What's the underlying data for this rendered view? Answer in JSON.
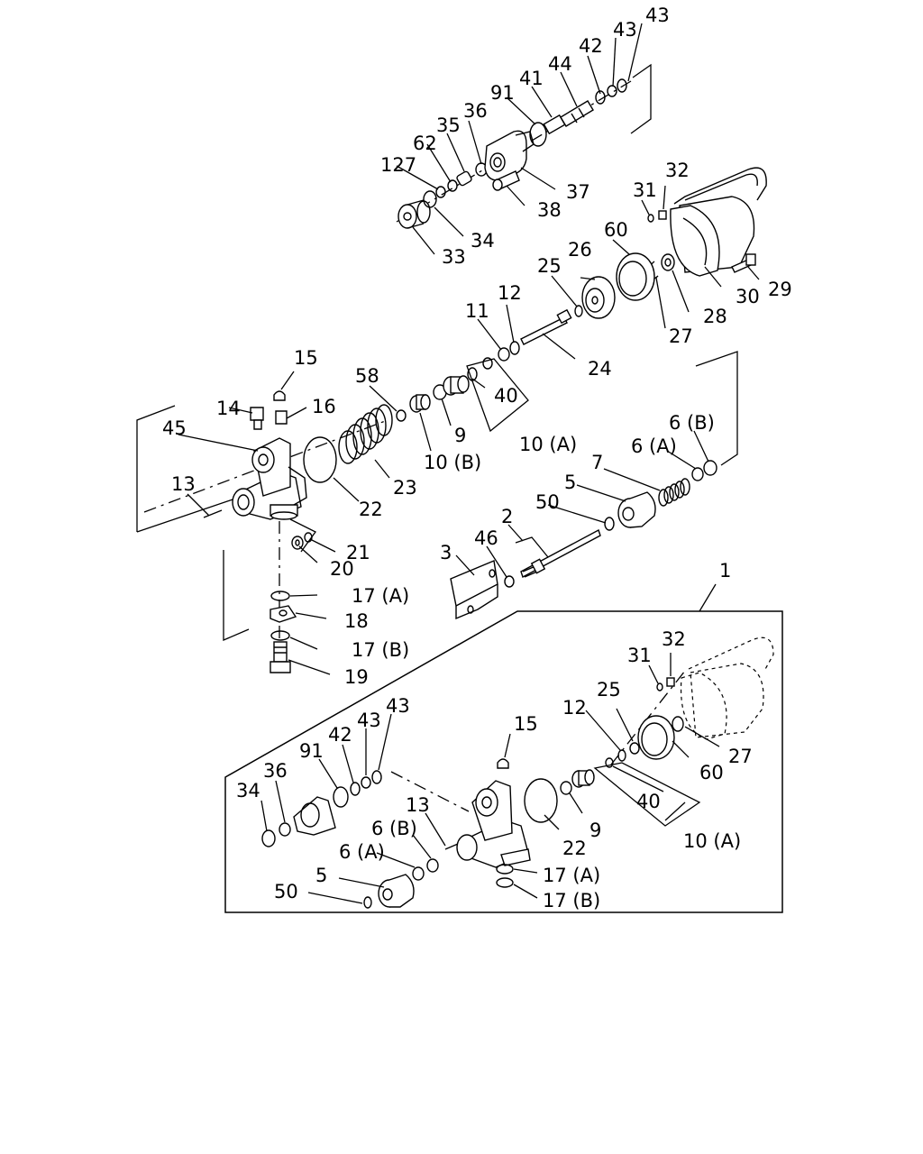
{
  "callouts": {
    "c1": "1",
    "c2": "2",
    "c3": "3",
    "c5": "5",
    "c7": "7",
    "c9": "9",
    "c10a": "10 (A)",
    "c10b": "10 (B)",
    "c11": "11",
    "c12": "12",
    "c13": "13",
    "c14": "14",
    "c15": "15",
    "c16": "16",
    "c17a": "17 (A)",
    "c17b": "17 (B)",
    "c18": "18",
    "c19": "19",
    "c20": "20",
    "c21": "21",
    "c22": "22",
    "c23": "23",
    "c24": "24",
    "c25": "25",
    "c26": "26",
    "c27": "27",
    "c28": "28",
    "c29": "29",
    "c30": "30",
    "c31": "31",
    "c32": "32",
    "c33": "33",
    "c34": "34",
    "c35": "35",
    "c36": "36",
    "c37": "37",
    "c38": "38",
    "c40": "40",
    "c41": "41",
    "c42": "42",
    "c43": "43",
    "c44": "44",
    "c45": "45",
    "c46": "46",
    "c50": "50",
    "c58": "58",
    "c60": "60",
    "c62": "62",
    "c91": "91",
    "c127": "127",
    "c6a": "6 (A)",
    "c6b": "6 (B)"
  },
  "kit_inset": {
    "c12": "12",
    "c13": "13",
    "c15": "15",
    "c17a": "17 (A)",
    "c17b": "17 (B)",
    "c22": "22",
    "c25": "25",
    "c27": "27",
    "c31": "31",
    "c32": "32",
    "c34": "34",
    "c36": "36",
    "c40": "40",
    "c42": "42",
    "c43a": "43",
    "c43b": "43",
    "c5": "5",
    "c50": "50",
    "c60": "60",
    "c6a": "6 (A)",
    "c6b": "6 (B)",
    "c9": "9",
    "c91": "91",
    "c10a": "10 (A)"
  }
}
